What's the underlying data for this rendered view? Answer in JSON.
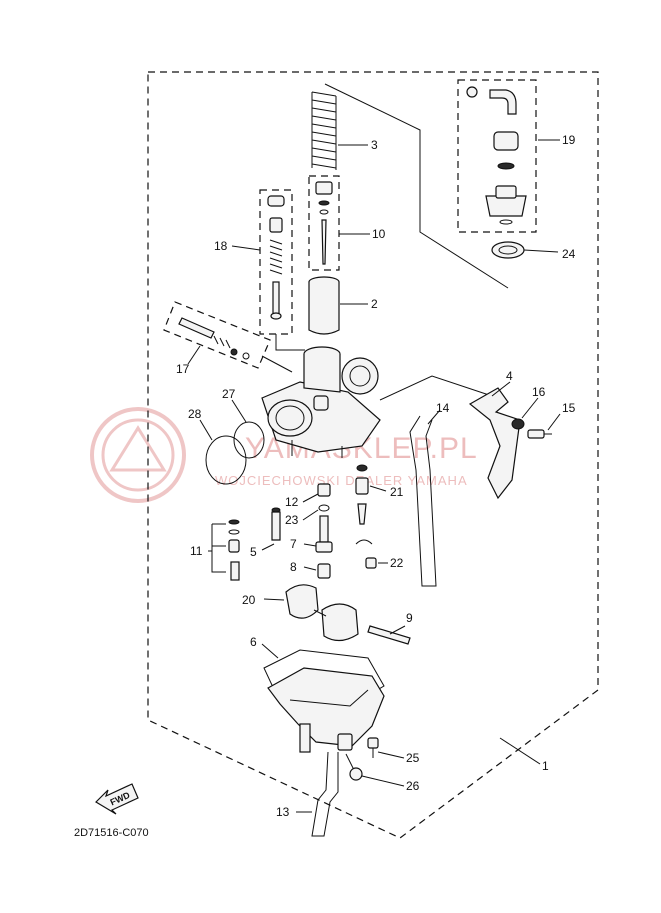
{
  "diagram_code": "2D71516-C070",
  "fwd_label": "FWD",
  "watermark": {
    "brand": "YAMASKLEP.PL",
    "subtitle": "WOJCIECHOWSKI DEALER YAMAHA"
  },
  "callouts": [
    "1",
    "2",
    "3",
    "4",
    "5",
    "6",
    "7",
    "8",
    "9",
    "10",
    "11",
    "12",
    "13",
    "14",
    "15",
    "16",
    "17",
    "18",
    "19",
    "20",
    "21",
    "22",
    "23",
    "24",
    "25",
    "26",
    "27",
    "28"
  ],
  "colors": {
    "ink": "#111111",
    "watermark": "#e7a7a7"
  }
}
